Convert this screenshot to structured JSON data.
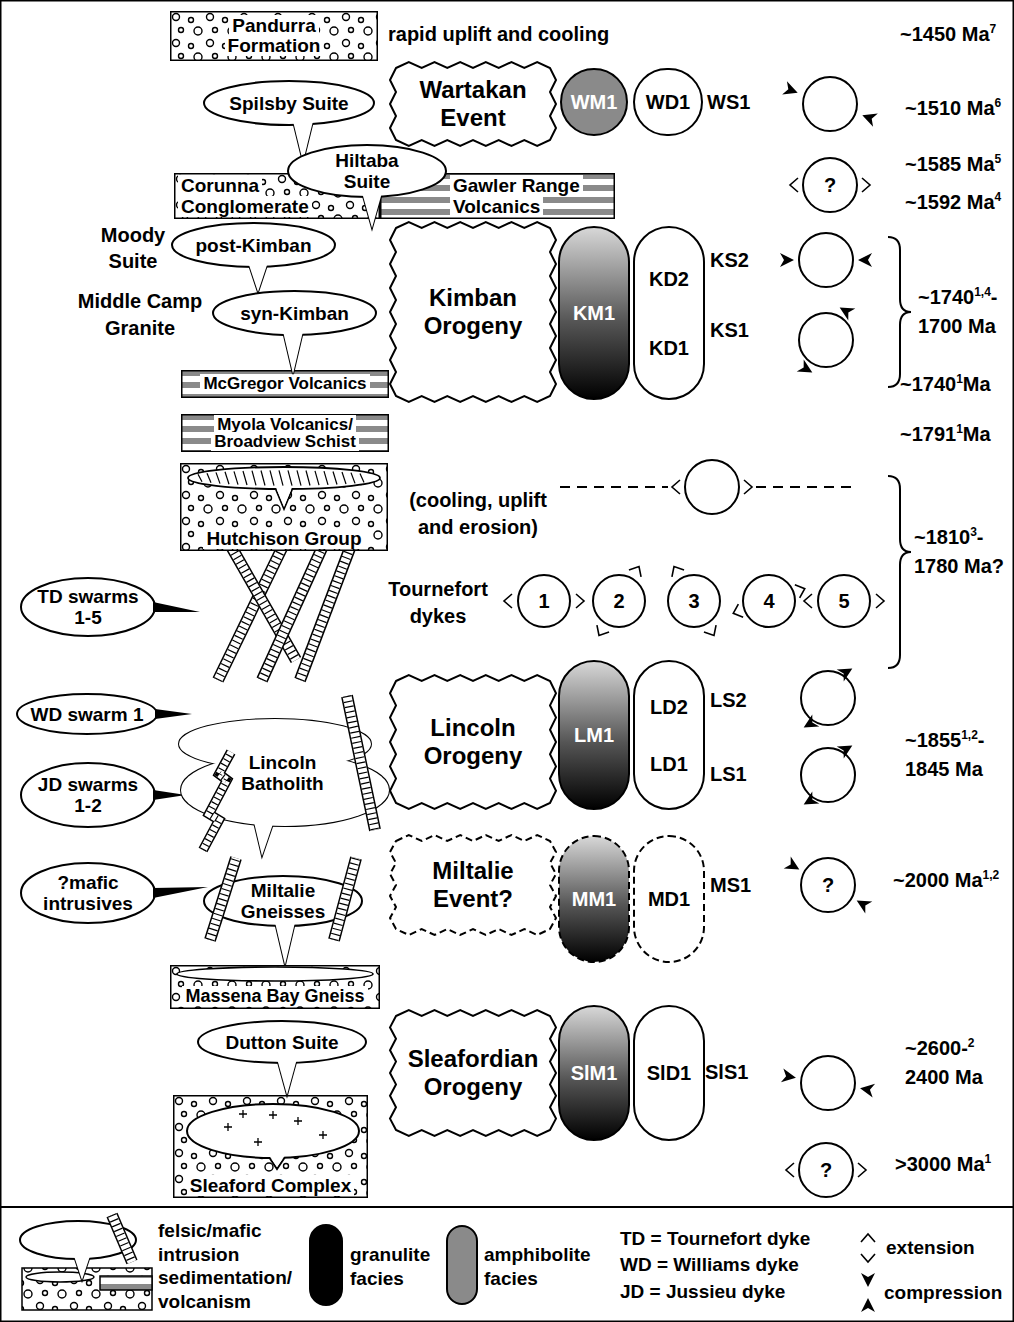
{
  "diagram": {
    "nodes": [
      {
        "text": [
          "Pandurra Formation"
        ]
      },
      {
        "text": [
          "Spilsby Suite"
        ]
      },
      {
        "text": [
          "Wartakan Event"
        ]
      },
      {
        "text": [
          "WM1"
        ]
      },
      {
        "text": [
          "WD1"
        ]
      },
      {
        "text": [
          "Hiltaba Suite"
        ]
      },
      {
        "text": [
          "Corunna Conglomerate"
        ]
      },
      {
        "text": [
          "Gawler Range Volcanics"
        ]
      },
      {
        "text": [
          "?"
        ]
      },
      {
        "text": [
          "post-Kimban"
        ]
      },
      {
        "text": [
          "Kimban Orogeny"
        ]
      },
      {
        "text": [
          "KM1"
        ]
      },
      {
        "text": [
          "KD2",
          "KD1"
        ]
      },
      {
        "text": [
          "syn-Kimban"
        ]
      },
      {
        "text": [
          "McGregor Volcanics"
        ]
      },
      {
        "text": [
          "Myola Volcanics/ Broadview Schist"
        ]
      },
      {
        "text": [
          "Hutchison Group"
        ]
      },
      {
        "text": [
          "TD swarms 1-5"
        ]
      },
      {
        "text": [
          "1"
        ]
      },
      {
        "text": [
          "2"
        ]
      },
      {
        "text": [
          "3"
        ]
      },
      {
        "text": [
          "4"
        ]
      },
      {
        "text": [
          "5"
        ]
      },
      {
        "text": [
          "WD swarm 1"
        ]
      },
      {
        "text": [
          "Lincoln Batholith"
        ]
      },
      {
        "text": [
          "JD swarms 1-2"
        ]
      },
      {
        "text": [
          "Lincoln Orogeny"
        ]
      },
      {
        "text": [
          "LM1"
        ]
      },
      {
        "text": [
          "LD2",
          "LD1"
        ]
      },
      {
        "text": [
          "?mafic intrusives"
        ]
      },
      {
        "text": [
          "Miltalie Gneisses"
        ]
      },
      {
        "text": [
          "Miltalie Event?"
        ]
      },
      {
        "text": [
          "MM1"
        ]
      },
      {
        "text": [
          "MD1"
        ]
      },
      {
        "text": [
          "?"
        ]
      },
      {
        "text": [
          "Massena Bay Gneiss"
        ]
      },
      {
        "text": [
          "Dutton Suite"
        ]
      },
      {
        "text": [
          "Sleafordian Orogeny"
        ]
      },
      {
        "text": [
          "SlM1"
        ]
      },
      {
        "text": [
          "SlD1"
        ]
      },
      {
        "text": [
          "Sleaford Complex"
        ]
      },
      {
        "text": [
          "?"
        ]
      }
    ],
    "labels": [
      "rapid uplift and cooling",
      "~1450 Ma",
      "7",
      "WS1",
      "~1510 Ma",
      "6",
      "~1585 Ma",
      "5",
      "~1592 Ma",
      "4",
      "Moody Suite",
      "Middle Camp Granite",
      "KS2",
      "KS1",
      "~1740",
      "1,4",
      "-",
      "1700 Ma",
      "~1740",
      "1",
      "Ma",
      "~1791",
      "1",
      "Ma",
      "(cooling, uplift and erosion)",
      "~1810",
      "3",
      "-",
      "1780 Ma?",
      "Tournefort dykes",
      "LS2",
      "LS1",
      "~1855",
      "1,2",
      "-",
      "1845 Ma",
      "MS1",
      "~2000 Ma",
      "1,2",
      "SlS1",
      "~2600-",
      "2",
      "2400 Ma",
      ">3000 Ma",
      "1",
      "TD = Tournefort dyke",
      "WD = Williams dyke",
      "JD = Jussieu dyke"
    ],
    "legend": [
      {
        "text": "felsic/mafic intrusion"
      },
      {
        "text": "sedimentation/ volcanism"
      },
      {
        "text": "granulite facies"
      },
      {
        "text": "amphibolite facies",
        "color": "#8a8a8a"
      },
      {
        "text": "extension"
      },
      {
        "text": "compression"
      }
    ]
  }
}
